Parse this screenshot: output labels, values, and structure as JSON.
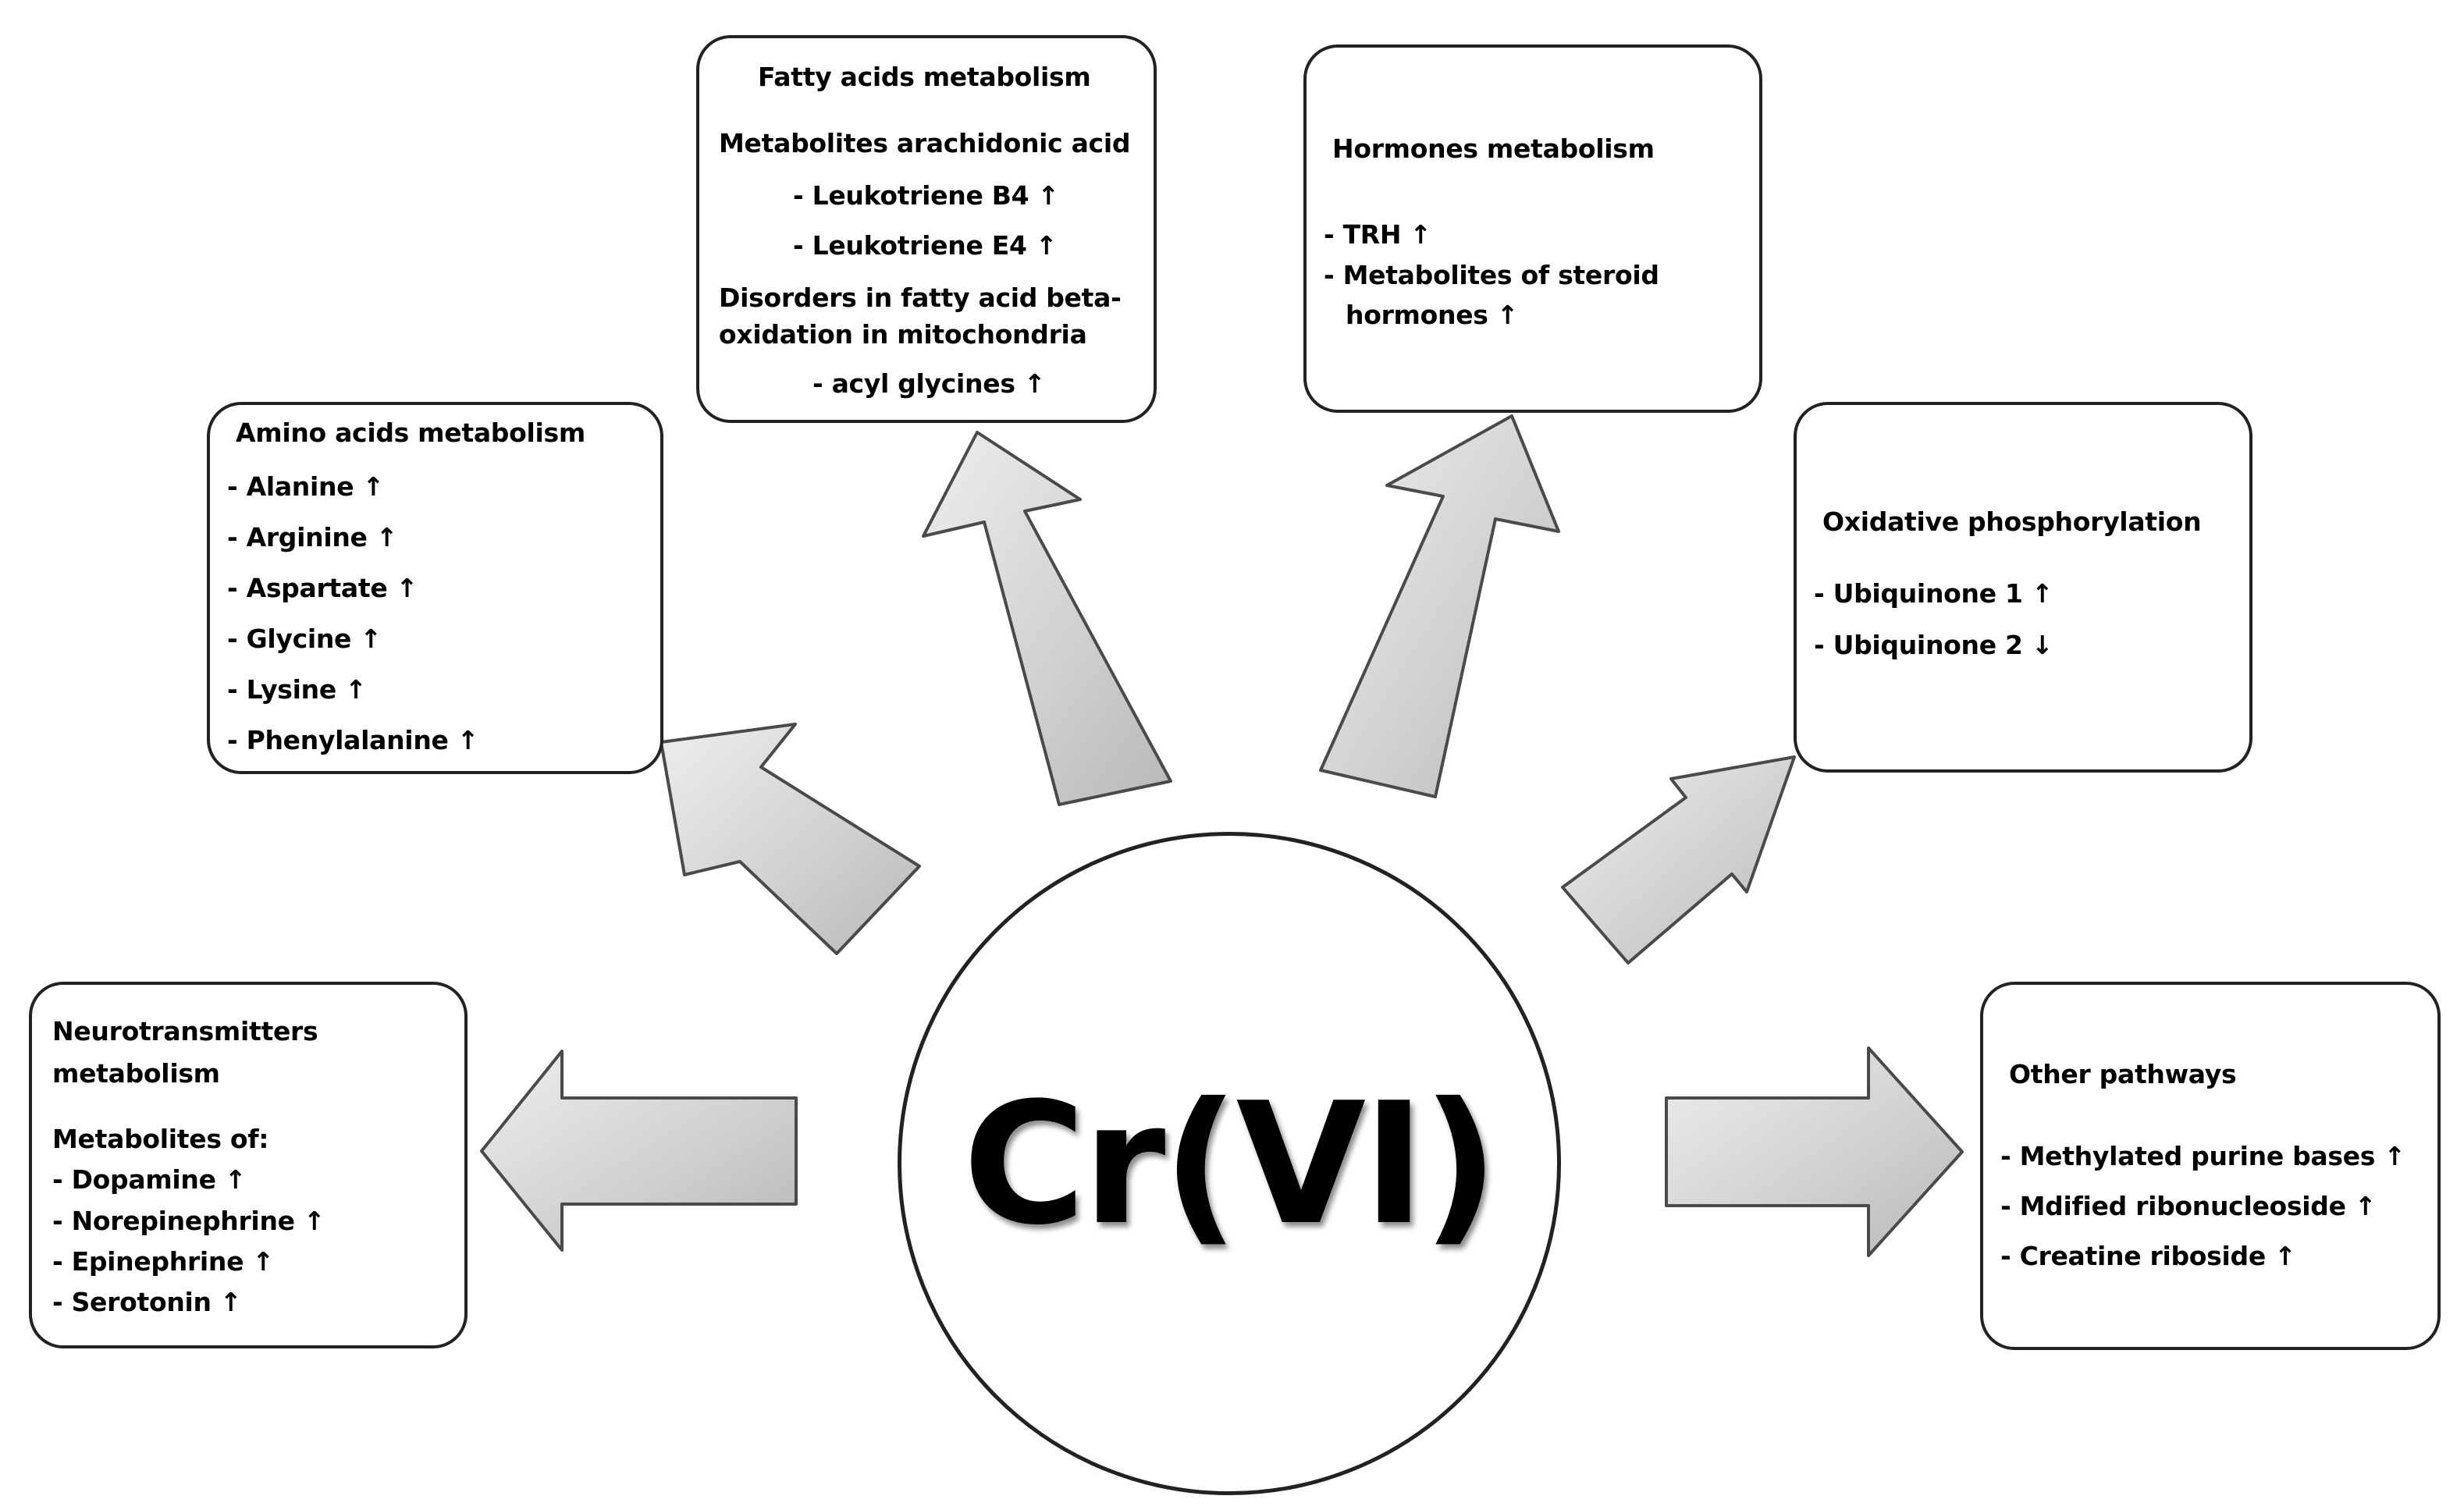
{
  "colors": {
    "arrow_fill": "#d4d4d4",
    "arrow_stroke": "#4a4a4a",
    "border": "#222222",
    "background": "#ffffff"
  },
  "center": {
    "label": "Cr(VI)"
  },
  "boxes": {
    "neurotransmitters": {
      "title_line1": "Neurotransmitters",
      "title_line2": "metabolism",
      "subtitle": "Metabolites of:",
      "items": [
        "- Dopamine ↑",
        "- Norepinephrine ↑",
        "- Epinephrine ↑",
        "- Serotonin ↑"
      ]
    },
    "amino_acids": {
      "title": "Amino acids metabolism",
      "items": [
        "- Alanine ↑",
        "- Arginine ↑",
        "- Aspartate ↑",
        "- Glycine ↑",
        "- Lysine ↑",
        "- Phenylalanine ↑"
      ]
    },
    "fatty_acids": {
      "title": "Fatty acids metabolism",
      "subtitle": "Metabolites arachidonic acid",
      "items": [
        "- Leukotriene B4 ↑",
        "- Leukotriene E4 ↑"
      ],
      "disorder_line1": "Disorders in fatty acid beta-",
      "disorder_line2": "oxidation in mitochondria",
      "disorder_item": "- acyl glycines ↑"
    },
    "hormones": {
      "title": "Hormones metabolism",
      "items": [
        "- TRH ↑",
        "- Metabolites of steroid",
        "hormones ↑"
      ]
    },
    "oxidative": {
      "title": "Oxidative phosphorylation",
      "items": [
        "- Ubiquinone 1 ↑",
        "- Ubiquinone 2 ↓"
      ]
    },
    "other": {
      "title": "Other pathways",
      "items": [
        "- Methylated purine bases ↑",
        "- Mdified ribonucleoside ↑",
        "- Creatine riboside ↑"
      ]
    }
  }
}
